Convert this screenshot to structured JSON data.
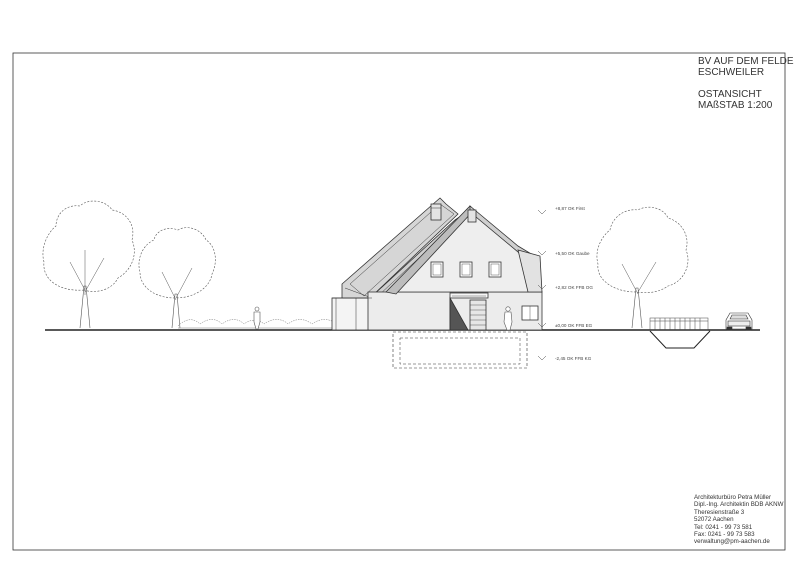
{
  "title_block": {
    "project_line1": "BV AUF DEM FELDE",
    "project_line2": "ESCHWEILER",
    "view_name": "OSTANSICHT",
    "scale": "MAßSTAB 1:200"
  },
  "levels": [
    {
      "id": "first",
      "value": "+8,87",
      "label": "OK First"
    },
    {
      "id": "gaube",
      "value": "+5,50",
      "label": "OK Gaube"
    },
    {
      "id": "og",
      "value": "+2,82",
      "label": "OK FFB OG"
    },
    {
      "id": "eg",
      "value": "±0,00",
      "label": "OK FFB EG"
    },
    {
      "id": "kg",
      "value": "-2,45",
      "label": "OK FFB KG"
    }
  ],
  "office": {
    "name": "Architekturbüro Petra Müller",
    "title": "Dipl.-Ing. Architektin BDB AKNW",
    "street": "Theresienstraße 3",
    "city": "52072 Aachen",
    "phone": "Tel: 0241 - 99 73 581",
    "fax": "Fax: 0241 - 99 73 583",
    "email": "verwaltung@pm-aachen.de"
  },
  "colors": {
    "line": "#333333",
    "facade": "#e9e9e9",
    "roof": "#bdbdbd",
    "paper": "#ffffff"
  }
}
